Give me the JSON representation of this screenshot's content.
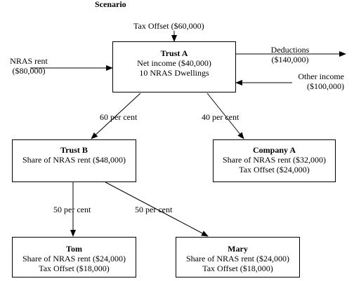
{
  "heading": "Scenario",
  "tax_offset_label": "Tax Offset ($60,000)",
  "nras_rent": {
    "line1": "NRAS rent",
    "line2": "($80,000)"
  },
  "deductions": {
    "line1": "Deductions",
    "line2": "($140,000)"
  },
  "other_income": {
    "line1": "Other income",
    "line2": "($100,000)"
  },
  "trust_a": {
    "title": "Trust A",
    "line1": "Net income ($40,000)",
    "line2": "10 NRAS Dwellings"
  },
  "split_a": {
    "left": "60 per cent",
    "right": "40 per cent"
  },
  "trust_b": {
    "title": "Trust B",
    "line1": "Share of NRAS rent ($48,000)"
  },
  "company_a": {
    "title": "Company A",
    "line1": "Share of NRAS rent ($32,000)",
    "line2": "Tax Offset ($24,000)"
  },
  "split_b": {
    "left": "50 per cent",
    "right": "50 per cent"
  },
  "tom": {
    "title": "Tom",
    "line1": "Share of NRAS rent ($24,000)",
    "line2": "Tax Offset ($18,000)"
  },
  "mary": {
    "title": "Mary",
    "line1": "Share of NRAS rent ($24,000)",
    "line2": "Tax Offset ($18,000)"
  }
}
